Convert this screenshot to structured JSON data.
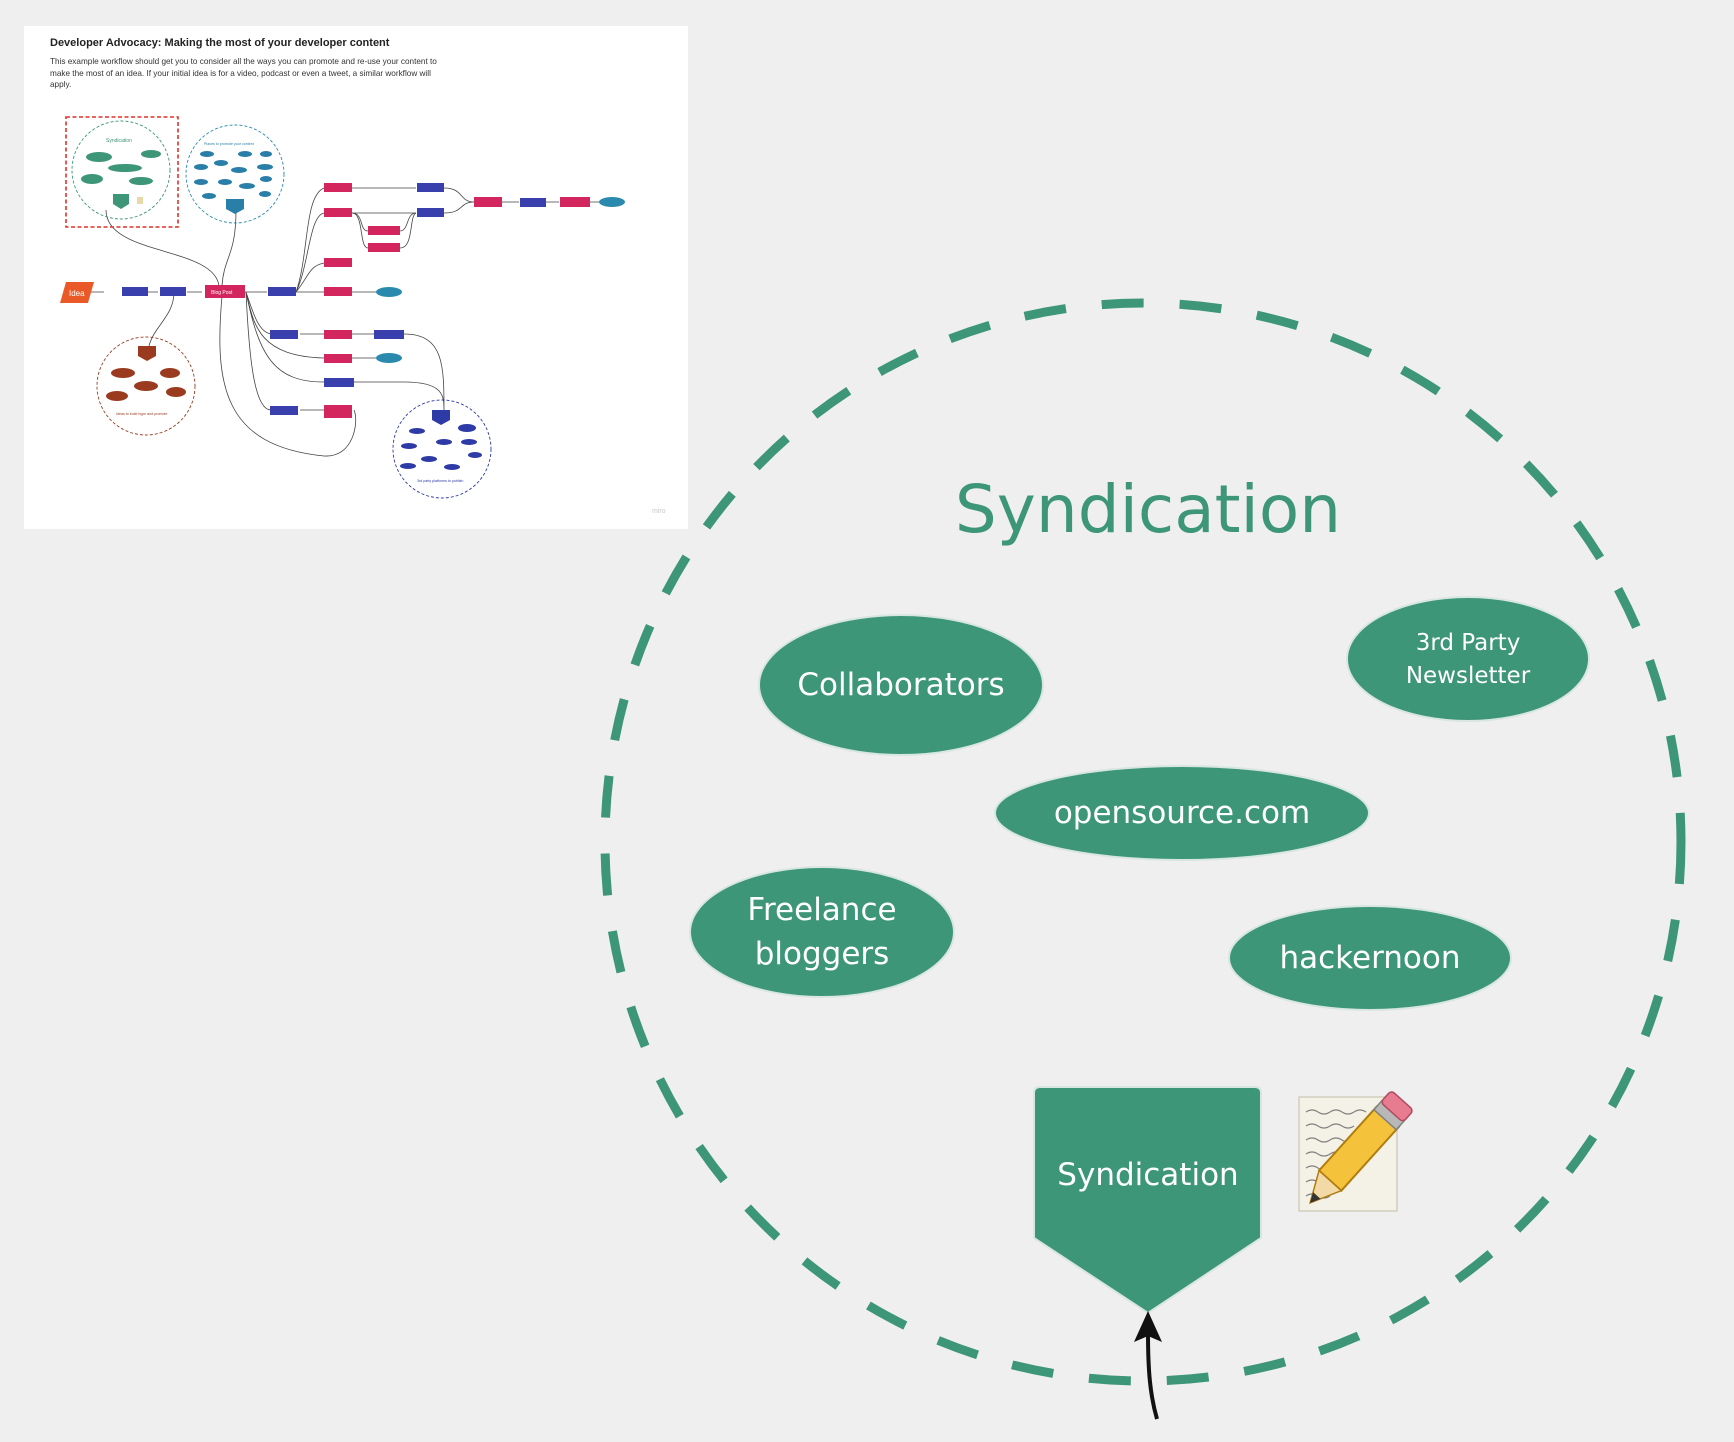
{
  "minimap": {
    "title": "Developer Advocacy: Making the most of your developer content",
    "description": "This example workflow should get you to consider all the ways you can promote and re-use your content to make the most of an idea. If your initial idea is for a video, podcast or even a tweet, a similar workflow will apply.",
    "idea_label": "Idea",
    "blog_post_label": "Blog Post",
    "watermark": "miro"
  },
  "syndication_group": {
    "title": "Syndication",
    "items": {
      "collaborators": "Collaborators",
      "third_party_newsletter_line1": "3rd Party",
      "third_party_newsletter_line2": "Newsletter",
      "opensource": "opensource.com",
      "freelance_line1": "Freelance",
      "freelance_line2": "bloggers",
      "hackernoon": "hackernoon"
    },
    "marker_label": "Syndication",
    "note_icon": "notepad-pencil-icon",
    "color": "#3d9677",
    "arrow_color": "#111111"
  },
  "colors": {
    "background": "#efefef",
    "teal": "#3d9677",
    "magenta": "#d3265f",
    "navy": "#3a3fae",
    "orange": "#ea5a28",
    "brown": "#9a3b20",
    "highlight_red": "#e0302a",
    "promo_blue": "#2a8aae"
  }
}
